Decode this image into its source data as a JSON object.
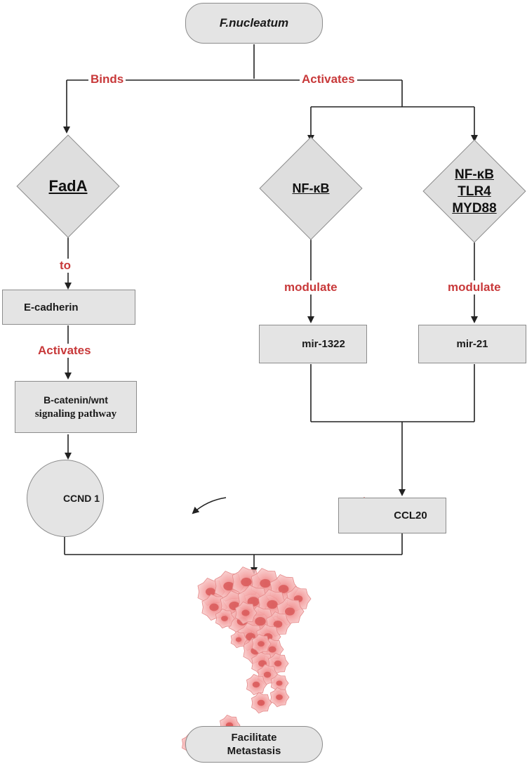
{
  "nodes": {
    "top": "F.nucleatum",
    "fada": "FadA",
    "nfkb": "NF-κB",
    "tlr_line1": "NF-κB",
    "tlr_line2": "TLR4",
    "tlr_line3": "MYD88",
    "ecadherin": "E-cadherin",
    "bcatenin_line1": "B-catenin/wnt",
    "bcatenin_line2": "signaling pathway",
    "ccnd1": "CCND 1",
    "mir1322": "mir-1322",
    "mir21": "mir-21",
    "ccl20": "CCL20",
    "bottom_line1": "Facilitate",
    "bottom_line2": "Metastasis"
  },
  "edge_labels": {
    "binds": "Binds",
    "activates_top": "Activates",
    "to": "to",
    "activates_mid": "Activates",
    "modulate_left": "modulate",
    "modulate_right": "modulate"
  },
  "colors": {
    "label_red": "#c8393a",
    "arrow_red": "#c0312b",
    "node_fill": "#e4e4e4",
    "cell_pink": "#f19a9a"
  },
  "icons": [
    "up-arrow-icon",
    "cancer-cells-icon"
  ]
}
